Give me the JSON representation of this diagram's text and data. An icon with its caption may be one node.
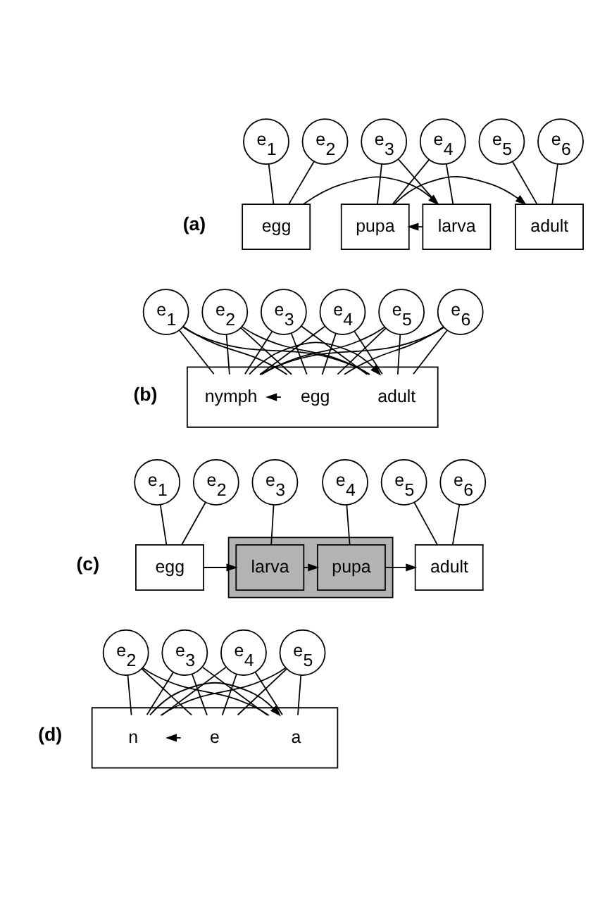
{
  "diagram": {
    "nodes": [
      {
        "text": [
          "e$_{1}$"
        ]
      },
      {
        "text": [
          "e$_{2}$"
        ]
      },
      {
        "text": [
          "e$_{3}$"
        ]
      },
      {
        "text": [
          "e$_{4}$"
        ]
      },
      {
        "text": [
          "e$_{5}$"
        ]
      },
      {
        "text": [
          "e$_{6}$"
        ]
      },
      {
        "text": [
          "egg"
        ]
      },
      {
        "text": [
          "larva"
        ]
      },
      {
        "text": [
          "pupa"
        ]
      },
      {
        "text": [
          "adult"
        ]
      },
      {
        "text": [
          "e$_{1}$"
        ]
      },
      {
        "text": [
          "e$_{2}$"
        ]
      },
      {
        "text": [
          "e$_{3}$"
        ]
      },
      {
        "text": [
          "e$_{4}$"
        ]
      },
      {
        "text": [
          "e$_{5}$"
        ]
      },
      {
        "text": [
          "e$_{6}$"
        ]
      },
      {
        "text": [],
        "shape": "box"
      },
      {
        "text": [
          "egg"
        ],
        "in": 16
      },
      {
        "text": [
          "nymph"
        ],
        "in": 16
      },
      {
        "text": [
          "adult"
        ],
        "in": 16
      },
      {
        "text": [
          "e$_{1}$"
        ]
      },
      {
        "text": [
          "e$_{2}$"
        ]
      },
      {
        "text": [
          "e$_{3}$"
        ]
      },
      {
        "text": [
          "e$_{4}$"
        ]
      },
      {
        "text": [
          "e$_{5}$"
        ]
      },
      {
        "text": [
          "e$_{6}$"
        ]
      },
      {
        "text": [
          "egg"
        ]
      },
      {
        "text": [],
        "shape": "box"
      },
      {
        "text": [
          "larva"
        ],
        "in": 27
      },
      {
        "text": [
          "pupa"
        ],
        "in": 27
      },
      {
        "text": [
          "adult"
        ]
      },
      {
        "text": [
          "e$_{2}$"
        ]
      },
      {
        "text": [
          "e$_{3}$"
        ]
      },
      {
        "text": [
          "e$_{4}$"
        ]
      },
      {
        "text": [
          "e$_{5}$"
        ]
      },
      {
        "text": [],
        "shape": "box"
      },
      {
        "text": [
          "e"
        ],
        "in": 35
      },
      {
        "text": [
          "n"
        ],
        "in": 35
      },
      {
        "text": [
          "a"
        ],
        "in": 35
      }
    ],
    "edges": [
      {
        "from": 0,
        "to": 6,
        "arrow": "none"
      },
      {
        "from": 1,
        "to": 6,
        "arrow": "none"
      },
      {
        "from": 2,
        "to": 7,
        "arrow": "none"
      },
      {
        "from": 2,
        "to": 8,
        "arrow": "none"
      },
      {
        "from": 3,
        "to": 7,
        "arrow": "none"
      },
      {
        "from": 3,
        "to": 8,
        "arrow": "none"
      },
      {
        "from": 4,
        "to": 9,
        "arrow": "none"
      },
      {
        "from": 5,
        "to": 9,
        "arrow": "none"
      },
      {
        "from": 6,
        "to": 7,
        "arrow": "to"
      },
      {
        "from": 7,
        "to": 8,
        "arrow": "to"
      },
      {
        "from": 8,
        "to": 9,
        "arrow": "to"
      },
      {
        "from": 10,
        "to": 17,
        "arrow": "none"
      },
      {
        "from": 10,
        "to": 18,
        "arrow": "none"
      },
      {
        "from": 10,
        "to": 19,
        "arrow": "none"
      },
      {
        "from": 11,
        "to": 17,
        "arrow": "none"
      },
      {
        "from": 11,
        "to": 18,
        "arrow": "none"
      },
      {
        "from": 11,
        "to": 19,
        "arrow": "none"
      },
      {
        "from": 12,
        "to": 17,
        "arrow": "none"
      },
      {
        "from": 12,
        "to": 18,
        "arrow": "none"
      },
      {
        "from": 12,
        "to": 19,
        "arrow": "none"
      },
      {
        "from": 13,
        "to": 17,
        "arrow": "none"
      },
      {
        "from": 13,
        "to": 18,
        "arrow": "none"
      },
      {
        "from": 13,
        "to": 19,
        "arrow": "none"
      },
      {
        "from": 14,
        "to": 17,
        "arrow": "none"
      },
      {
        "from": 14,
        "to": 18,
        "arrow": "none"
      },
      {
        "from": 14,
        "to": 19,
        "arrow": "none"
      },
      {
        "from": 15,
        "to": 17,
        "arrow": "none"
      },
      {
        "from": 15,
        "to": 18,
        "arrow": "none"
      },
      {
        "from": 15,
        "to": 19,
        "arrow": "none"
      },
      {
        "from": 17,
        "to": 18,
        "arrow": "to"
      },
      {
        "from": 18,
        "to": 19,
        "arrow": "to"
      },
      {
        "from": 20,
        "to": 26,
        "arrow": "none"
      },
      {
        "from": 21,
        "to": 26,
        "arrow": "none"
      },
      {
        "from": 22,
        "to": 28,
        "arrow": "none"
      },
      {
        "from": 23,
        "to": 29,
        "arrow": "none"
      },
      {
        "from": 24,
        "to": 30,
        "arrow": "none"
      },
      {
        "from": 25,
        "to": 30,
        "arrow": "none"
      },
      {
        "from": 26,
        "to": 28,
        "arrow": "to"
      },
      {
        "from": 28,
        "to": 29,
        "arrow": "to"
      },
      {
        "from": 29,
        "to": 30,
        "arrow": "to"
      },
      {
        "from": 31,
        "to": 36,
        "arrow": "none"
      },
      {
        "from": 31,
        "to": 37,
        "arrow": "none"
      },
      {
        "from": 31,
        "to": 38,
        "arrow": "none"
      },
      {
        "from": 32,
        "to": 36,
        "arrow": "none"
      },
      {
        "from": 32,
        "to": 37,
        "arrow": "none"
      },
      {
        "from": 32,
        "to": 38,
        "arrow": "none"
      },
      {
        "from": 33,
        "to": 36,
        "arrow": "none"
      },
      {
        "from": 33,
        "to": 37,
        "arrow": "none"
      },
      {
        "from": 33,
        "to": 38,
        "arrow": "none"
      },
      {
        "from": 34,
        "to": 36,
        "arrow": "none"
      },
      {
        "from": 34,
        "to": 37,
        "arrow": "none"
      },
      {
        "from": 34,
        "to": 38,
        "arrow": "none"
      },
      {
        "from": 36,
        "to": 37,
        "arrow": "to"
      },
      {
        "from": 37,
        "to": 38,
        "arrow": "to"
      }
    ],
    "labels": [
      "(a)",
      "(b)",
      "(c)",
      "(d)"
    ]
  }
}
